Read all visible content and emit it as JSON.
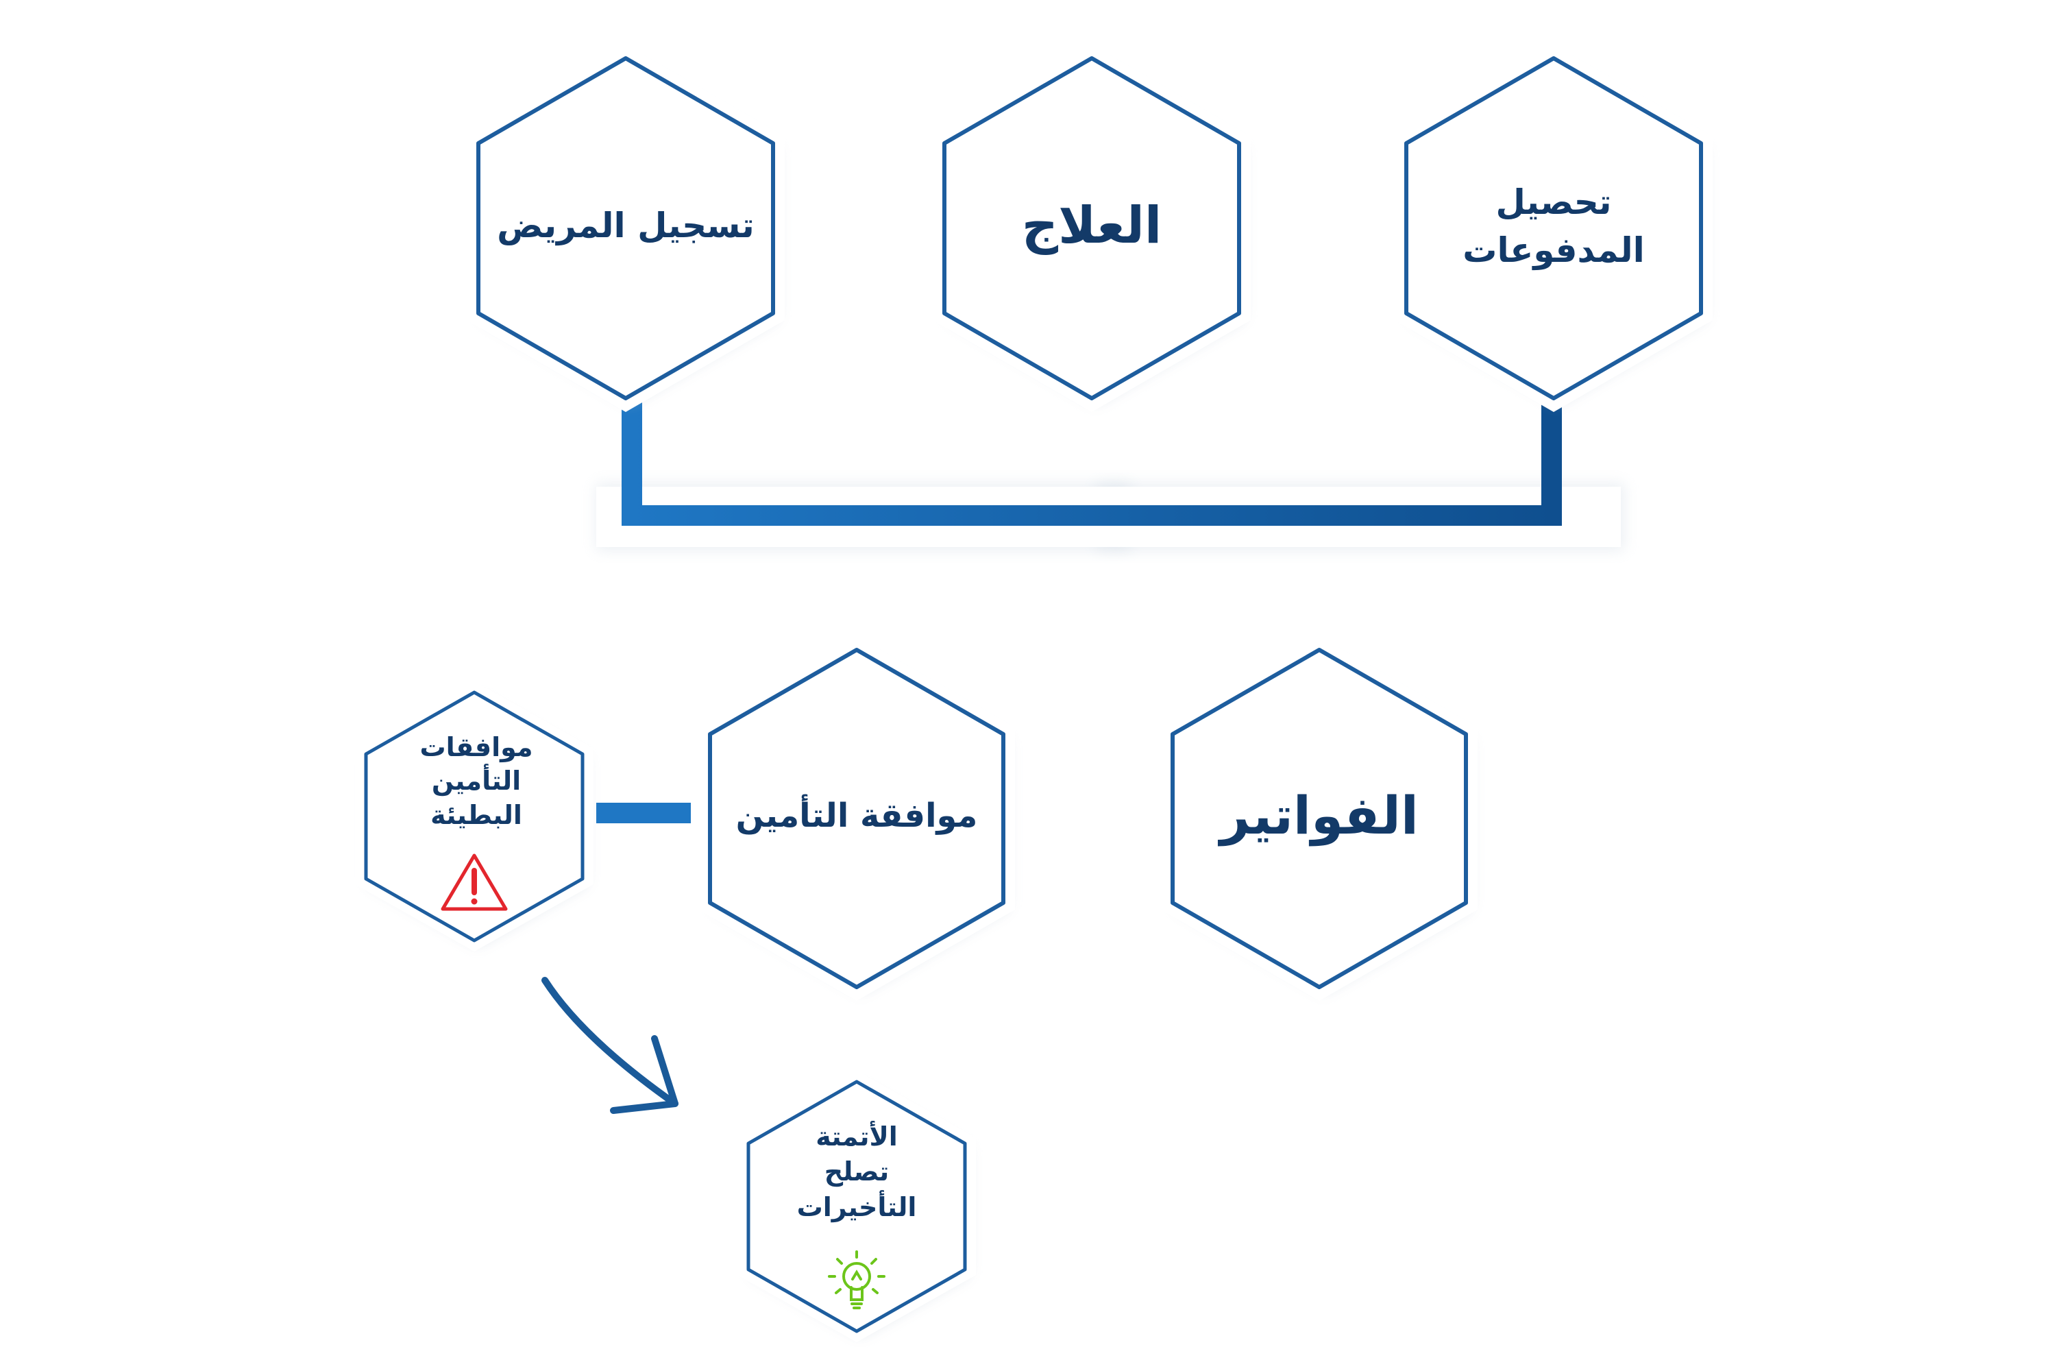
{
  "nodes": {
    "patient_registration": {
      "lines": [
        "تسجيل المريض"
      ]
    },
    "treatment": {
      "lines": [
        "العلاج"
      ]
    },
    "payment_collection": {
      "lines": [
        "تحصيل",
        "المدفوعات"
      ]
    },
    "insurance_approval": {
      "lines": [
        "موافقة التأمين"
      ]
    },
    "billing": {
      "lines": [
        "الفواتير"
      ]
    },
    "slow_insurance_approvals": {
      "lines": [
        "موافقات",
        "التأمين",
        "البطيئة"
      ]
    },
    "automation_fixes_delays": {
      "lines": [
        "الأتمتة",
        "تصلح",
        "التأخيرات"
      ]
    }
  },
  "icons": {
    "warning": "warning-triangle-icon",
    "idea": "lightbulb-icon"
  },
  "colors": {
    "connector_dark": "#0f5294",
    "connector_light": "#1f77c4",
    "hex_stroke": "#1d5d9e",
    "text": "#133a68",
    "warning": "#e3262d",
    "idea": "#6cc51a"
  }
}
